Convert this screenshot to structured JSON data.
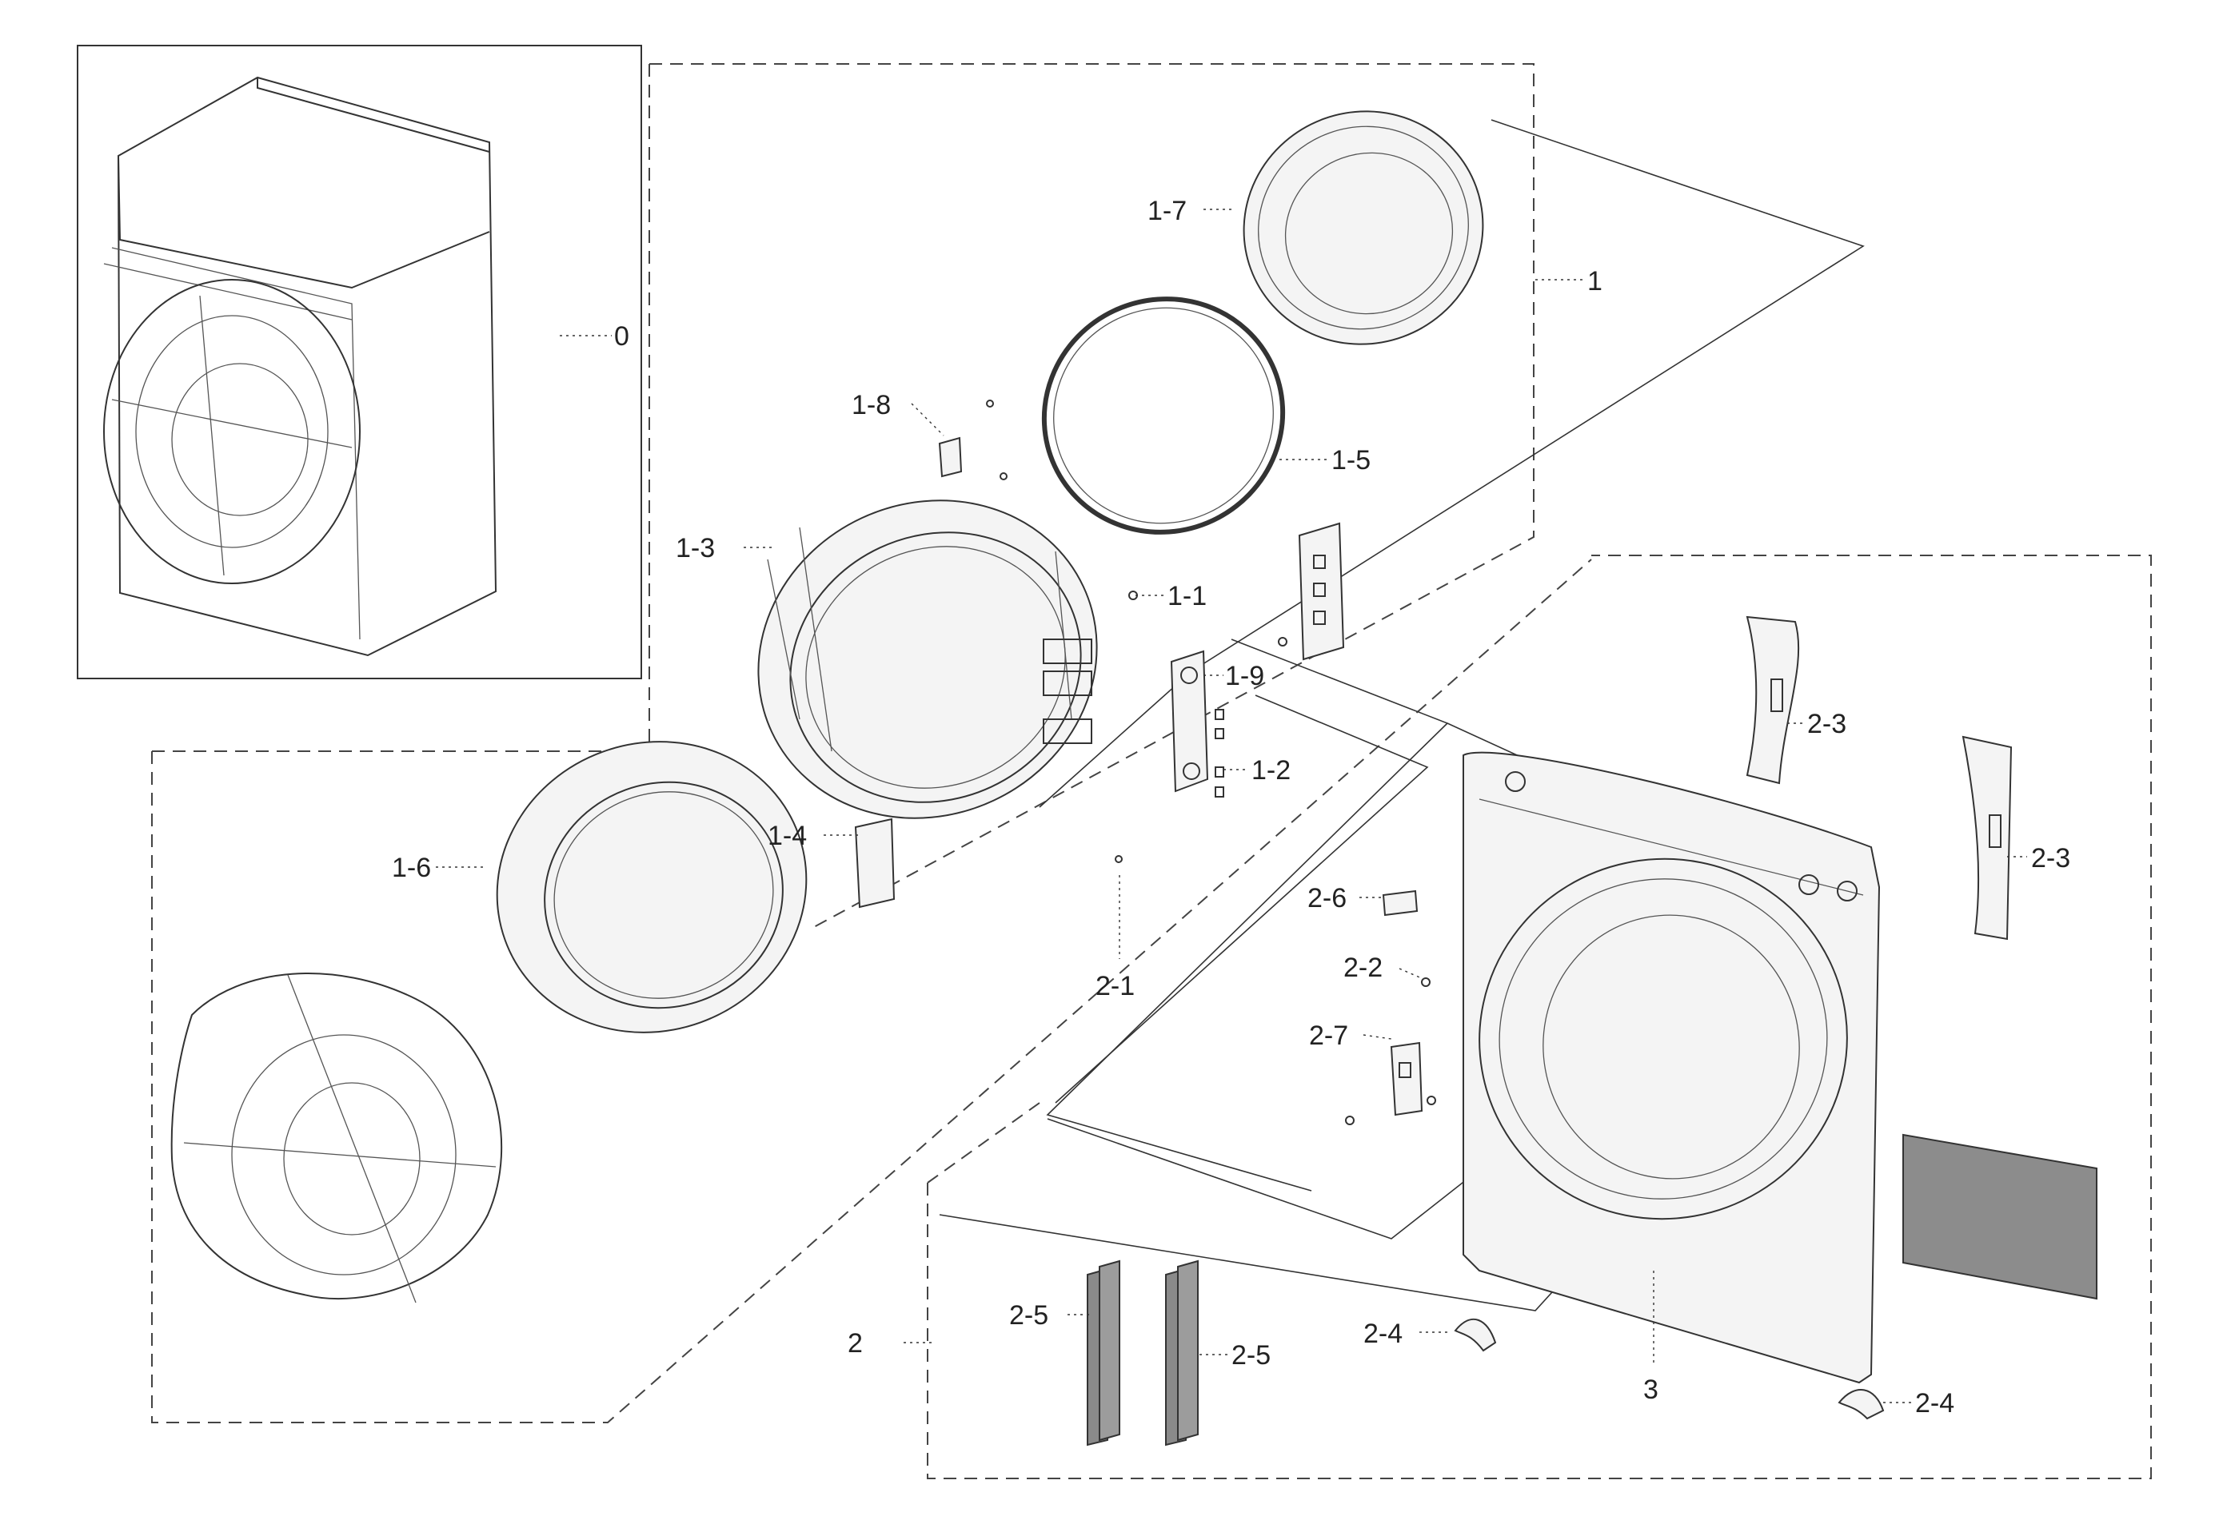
{
  "diagram": {
    "labels": {
      "l0": "0",
      "l1": "1",
      "l1_1": "1-1",
      "l1_2": "1-2",
      "l1_3": "1-3",
      "l1_4": "1-4",
      "l1_5": "1-5",
      "l1_6": "1-6",
      "l1_7": "1-7",
      "l1_8": "1-8",
      "l1_9": "1-9",
      "l2": "2",
      "l2_1": "2-1",
      "l2_2": "2-2",
      "l2_3a": "2-3",
      "l2_3b": "2-3",
      "l2_4a": "2-4",
      "l2_4b": "2-4",
      "l2_5a": "2-5",
      "l2_5b": "2-5",
      "l2_6": "2-6",
      "l2_7": "2-7",
      "l3": "3"
    }
  }
}
